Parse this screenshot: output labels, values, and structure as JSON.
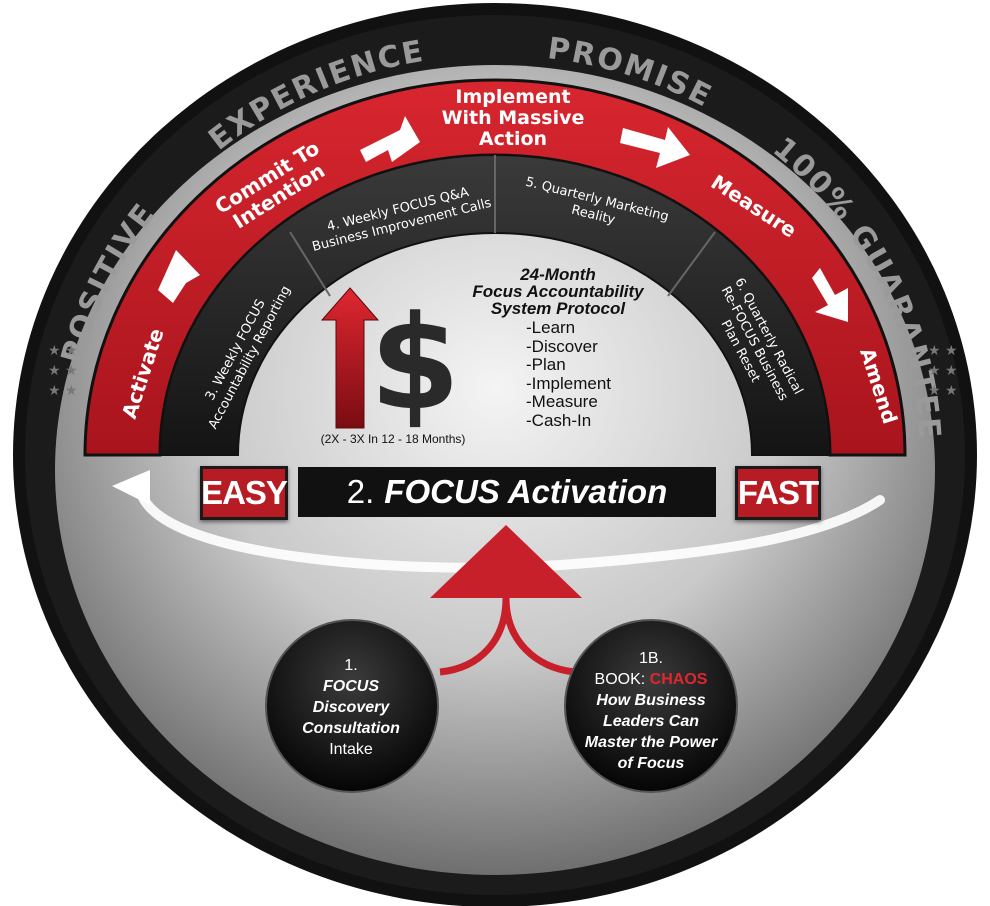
{
  "outer_ring": {
    "positive": "POSITIVE",
    "experience": "EXPERIENCE",
    "promise": "PROMISE",
    "guarantee": "100% GUARANTEE"
  },
  "red_ring": {
    "activate": "Activate",
    "commit_line1": "Commit To",
    "commit_line2": "Intention",
    "implement_line1": "Implement",
    "implement_line2": "With Massive",
    "implement_line3": "Action",
    "measure": "Measure",
    "amend": "Amend"
  },
  "inner_ring": {
    "seg3_line1": "3. Weekly FOCUS",
    "seg3_line2": "Accountability Reporting",
    "seg4_line1": "4. Weekly FOCUS Q&A",
    "seg4_line2": "Business Improvement Calls",
    "seg5_line1": "5. Quarterly Marketing",
    "seg5_line2": "Reality",
    "seg6_line1": "6. Quarterly Radical",
    "seg6_line2": "Re-FOCUS Business",
    "seg6_line3": "Plan Reset"
  },
  "center": {
    "dollar": "$",
    "multiplier": "(2X - 3X In 12 - 18 Months)",
    "protocol_title_line1": "24-Month",
    "protocol_title_line2": "Focus Accountability",
    "protocol_title_line3": "System Protocol",
    "steps": [
      "-Learn",
      "-Discover",
      "-Plan",
      "-Implement",
      "-Measure",
      "-Cash-In"
    ]
  },
  "banners": {
    "easy": "EASY",
    "activation_number": "2.",
    "activation_label": "FOCUS Activation",
    "fast": "FAST"
  },
  "circle_left": {
    "number": "1.",
    "line1": "FOCUS",
    "line2": "Discovery",
    "line3": "Consultation",
    "line4": "Intake"
  },
  "circle_right": {
    "number": "1B.",
    "book_prefix": "BOOK: ",
    "book_title": "CHAOS",
    "line1": "How Business",
    "line2": "Leaders Can",
    "line3": "Master the Power",
    "line4": "of Focus"
  },
  "stars": {
    "left": "★★★",
    "right": "★★★"
  },
  "colors": {
    "red": "#c8202a",
    "dark_red": "#8e1118",
    "black": "#141414",
    "ring_grey_text": "#9a9a9a"
  }
}
